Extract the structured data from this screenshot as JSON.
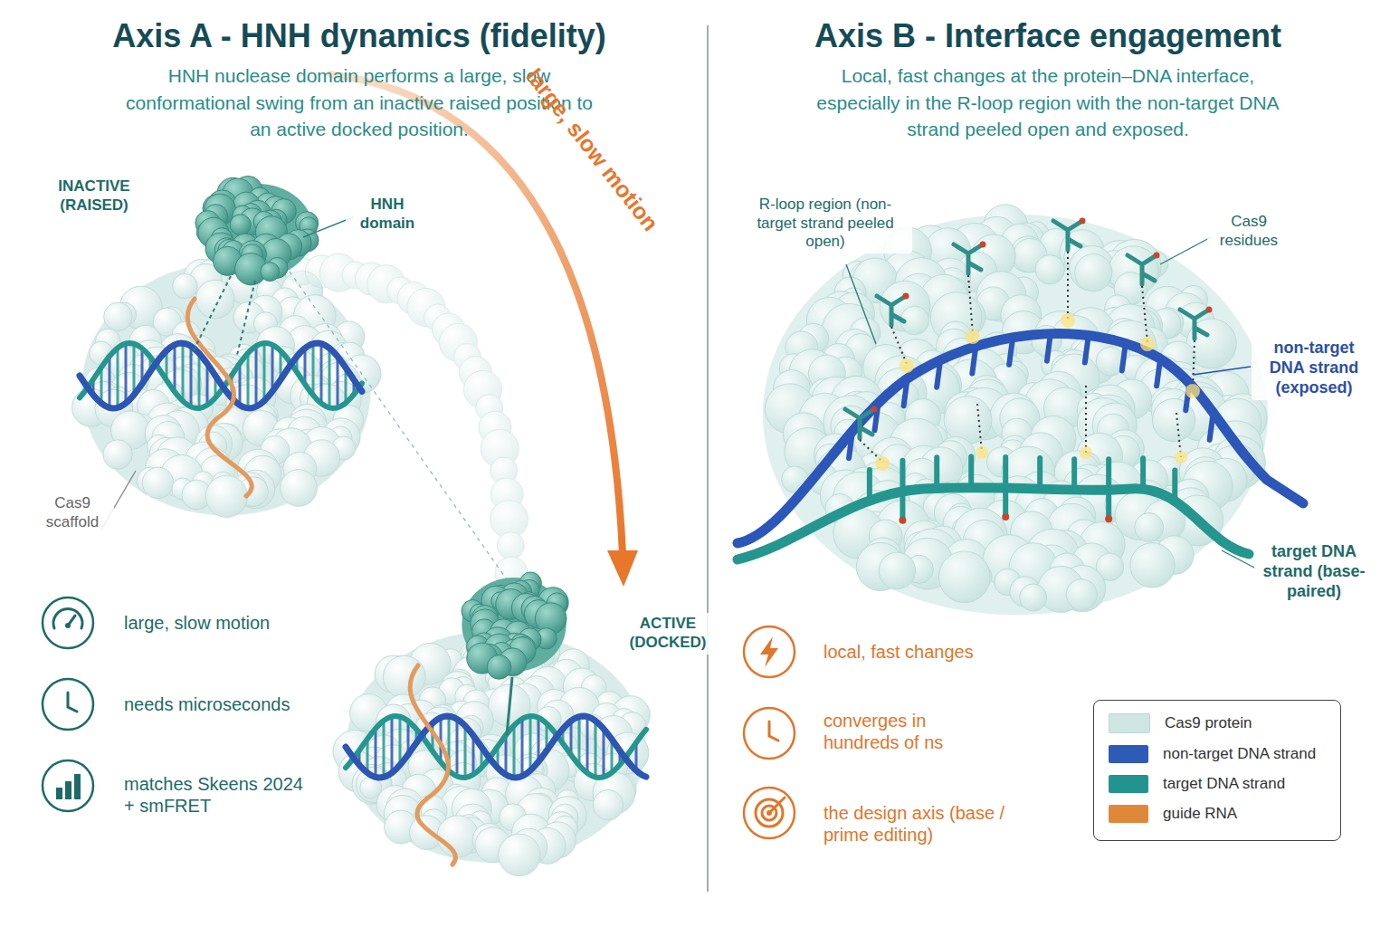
{
  "diagram": {
    "nodes": [
      {
        "text": [
          "Axis A - HNH dynamics (fidelity)",
          "HNH nuclease domain performs a large, slow conformational swing from an inactive raised position to an active docked position."
        ]
      },
      {
        "text": [
          "Axis B - Interface engagement",
          "Local, fast changes at the protein–DNA interface, especially in the R-loop region with the non-target DNA strand peeled open and exposed."
        ]
      }
    ],
    "labels": [
      "INACTIVE (RAISED)",
      "HNH domain",
      "large, slow motion",
      "Cas9 scaffold",
      "ACTIVE (DOCKED)",
      "large, slow motion",
      "needs microseconds",
      "matches Skeens 2024 + smFRET",
      "R-loop region (non-target strand peeled open)",
      "Cas9 residues",
      "non-target DNA strand (exposed)",
      "target DNA strand (base-paired)",
      "local, fast changes",
      "converges in hundreds of ns",
      "the design axis (base / prime editing)"
    ],
    "legend": [
      {
        "text": "Cas9 protein",
        "color": "#cfe6e3"
      },
      {
        "text": "non-target DNA strand",
        "color": "#2d5bb5"
      },
      {
        "text": "target DNA strand",
        "color": "#23938f"
      },
      {
        "text": "guide RNA",
        "color": "#e0883a"
      }
    ]
  }
}
